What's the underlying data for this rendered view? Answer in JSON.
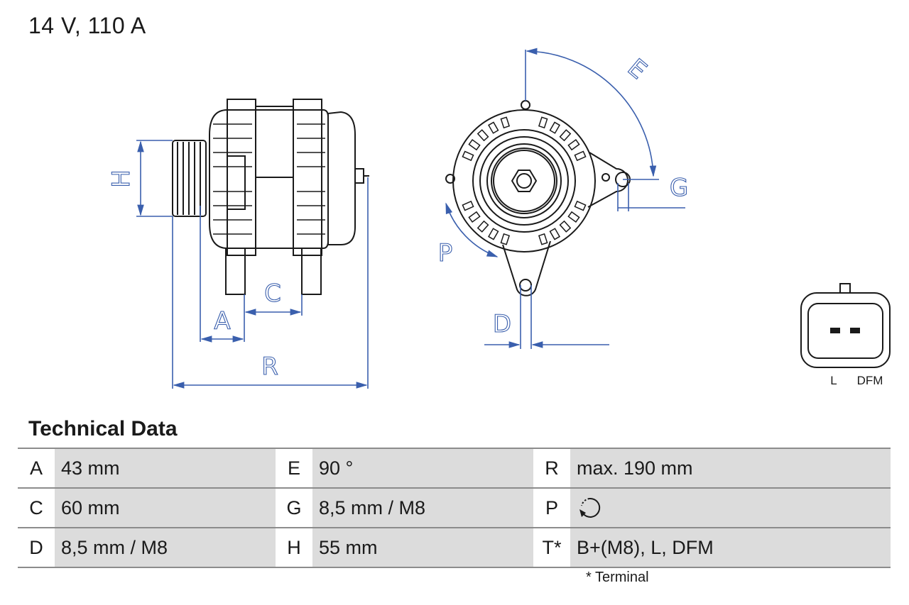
{
  "title": "14 V, 110 A",
  "drawing": {
    "dimension_labels": {
      "H": "H",
      "A": "A",
      "C": "C",
      "R": "R",
      "E": "E",
      "G": "G",
      "P": "P",
      "D": "D"
    },
    "connector_pins": [
      "L",
      "DFM"
    ],
    "line_color": "#1a1a1a",
    "dimension_color": "#3a5fad"
  },
  "technical_data": {
    "heading": "Technical Data",
    "rows": [
      [
        {
          "k": "A",
          "v": "43 mm"
        },
        {
          "k": "E",
          "v": "90 °"
        },
        {
          "k": "R",
          "v": "max. 190 mm"
        }
      ],
      [
        {
          "k": "C",
          "v": "60 mm"
        },
        {
          "k": "G",
          "v": "8,5 mm / M8"
        },
        {
          "k": "P",
          "v": "",
          "icon": "clockwise-rotation-icon"
        }
      ],
      [
        {
          "k": "D",
          "v": "8,5 mm / M8"
        },
        {
          "k": "H",
          "v": "55 mm"
        },
        {
          "k": "T*",
          "v": "B+(M8), L, DFM"
        }
      ]
    ],
    "footnote": "* Terminal",
    "cell_color": "#dcdcdc"
  }
}
